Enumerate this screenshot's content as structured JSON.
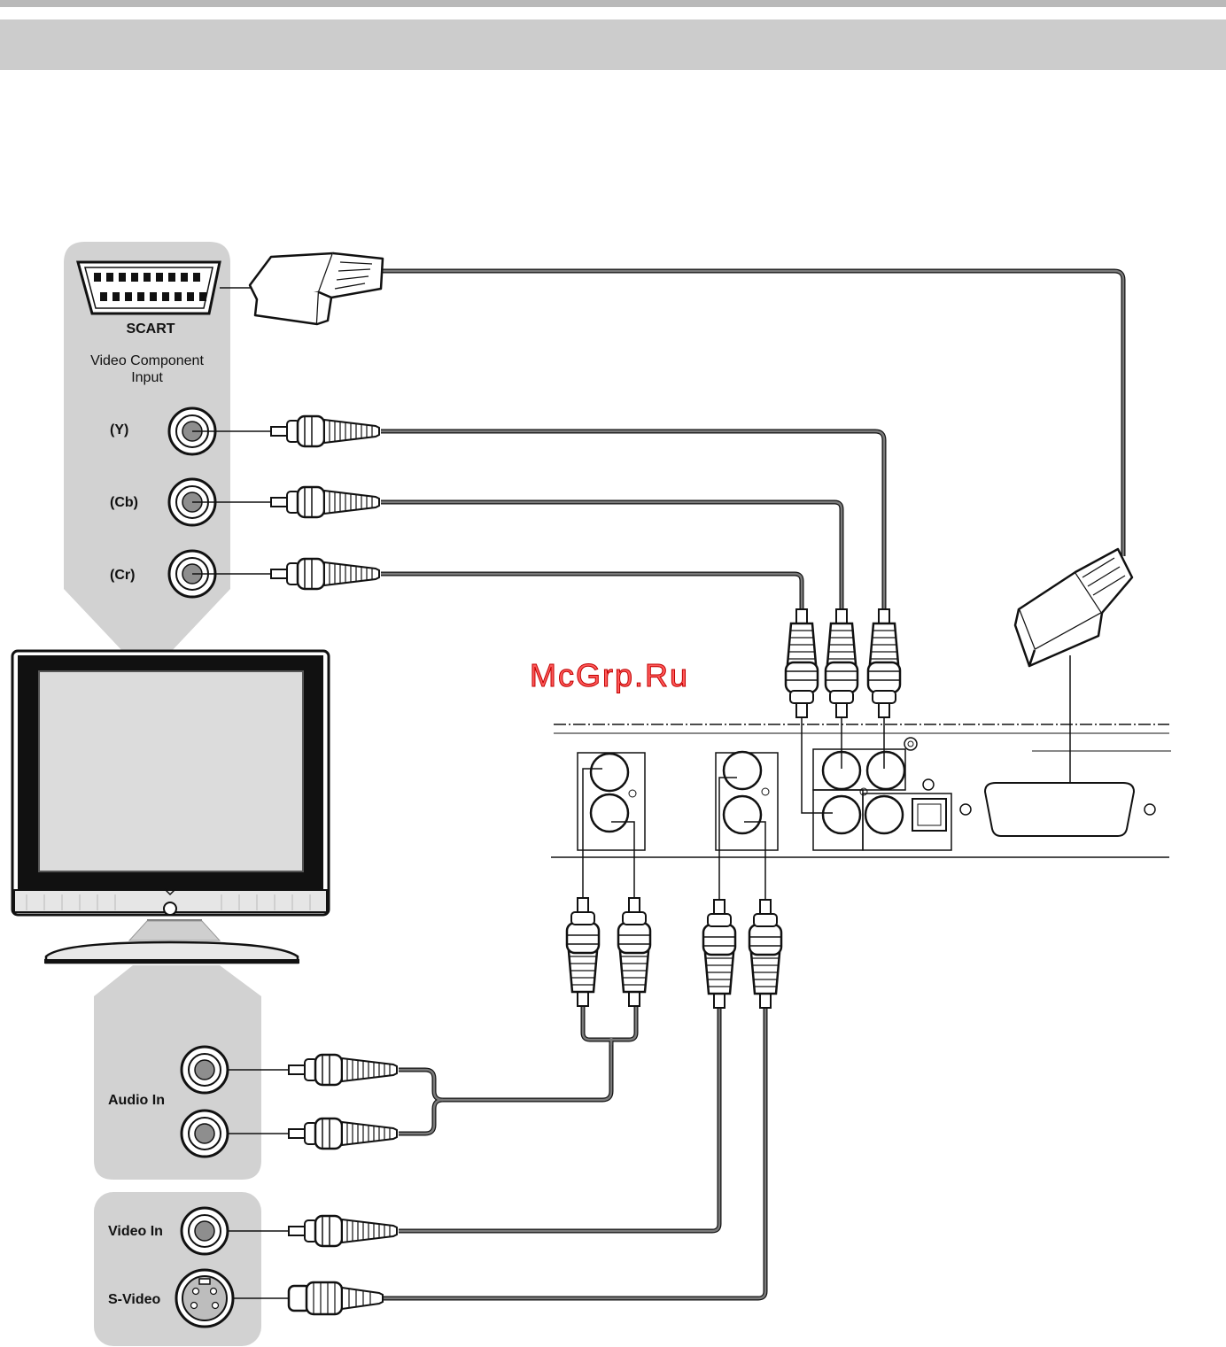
{
  "panel_top": {
    "scart_label": "SCART",
    "component_title_line1": "Video Component",
    "component_title_line2": "Input",
    "jacks": [
      {
        "label": "(Y)"
      },
      {
        "label": "(Cb)"
      },
      {
        "label": "(Cr)"
      }
    ]
  },
  "panel_audio": {
    "label": "Audio In"
  },
  "panel_video": {
    "video_in_label": "Video In",
    "svideo_label": "S-Video"
  },
  "watermark": "McGrp.Ru",
  "colors": {
    "panel_gray": "#d2d2d2",
    "header_gray": "#cccccc",
    "cable_dark": "#444444",
    "watermark_red": "#ff4a4a"
  }
}
